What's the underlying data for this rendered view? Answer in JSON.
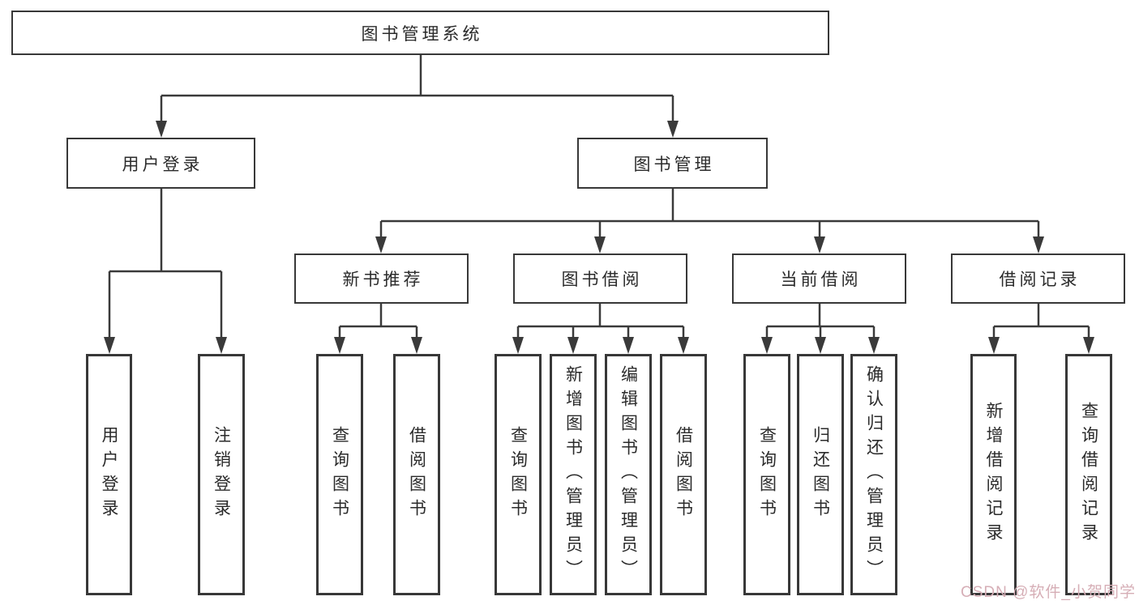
{
  "tree": {
    "label": "图书管理系统",
    "children": [
      {
        "label": "用户登录",
        "children": [
          {
            "label": "用户登录"
          },
          {
            "label": "注销登录"
          }
        ]
      },
      {
        "label": "图书管理",
        "children": [
          {
            "label": "新书推荐",
            "children": [
              {
                "label": "查询图书"
              },
              {
                "label": "借阅图书"
              }
            ]
          },
          {
            "label": "图书借阅",
            "children": [
              {
                "label": "查询图书"
              },
              {
                "label": "新增图书（管理员）"
              },
              {
                "label": "编辑图书（管理员）"
              },
              {
                "label": "借阅图书"
              }
            ]
          },
          {
            "label": "当前借阅",
            "children": [
              {
                "label": "查询图书"
              },
              {
                "label": "归还图书"
              },
              {
                "label": "确认归还（管理员）"
              }
            ]
          },
          {
            "label": "借阅记录",
            "children": [
              {
                "label": "新增借阅记录"
              },
              {
                "label": "查询借阅记录"
              }
            ]
          }
        ]
      }
    ]
  },
  "watermark": {
    "text": "CSDN @软件_小贺同学",
    "color": "#d6aeb6"
  },
  "colors": {
    "line": "#3a3a3a",
    "box_border": "#383838",
    "text": "#2b2b2b",
    "background": "#ffffff",
    "watermark": "#d6aeb6"
  }
}
